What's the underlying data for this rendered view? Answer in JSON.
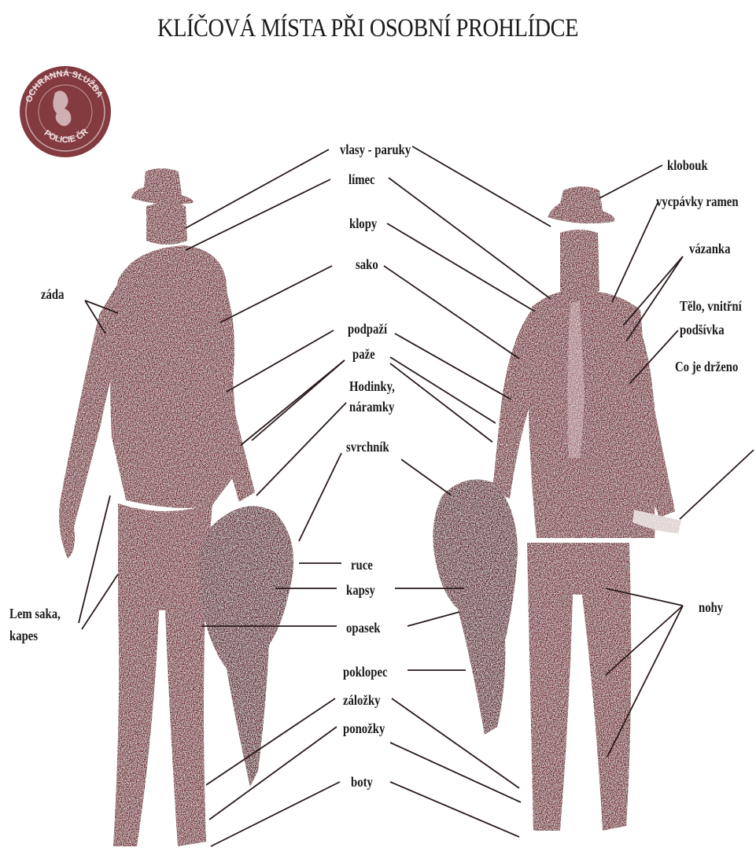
{
  "title": "KLÍČOVÁ MÍSTA PŘI OSOBNÍ PROHLÍDCE",
  "seal": {
    "text_top": "OCHRANNÁ SLUŽBA",
    "text_bottom": "POLICIE ČR",
    "color": "#7a2a30"
  },
  "colors": {
    "figure": "#6e1c27",
    "figure_dark": "#5a1220",
    "line": "#2a1a1a",
    "text": "#1a1a1a"
  },
  "labels": {
    "vlasy": "vlasy - paruky",
    "limec": "límec",
    "klopy": "klopy",
    "sako": "sako",
    "podpazi": "podpaží",
    "paze": "paže",
    "hodinky": "Hodinky,\nnáramky",
    "svrchnik": "svrchník",
    "ruce": "ruce",
    "kapsy": "kapsy",
    "opasek": "opasek",
    "poklopec": "poklopec",
    "zalozky": "záložky",
    "ponozky": "ponožky",
    "boty": "boty",
    "zada": "záda",
    "lem": "Lem saka,\nkapes",
    "klobouk": "klobouk",
    "vycpavky": "vycpávky ramen",
    "vazanka": "vázanka",
    "telo": "Tělo, vnitřní\npodšívka",
    "drzeno": "Co je drženo",
    "nohy": "nohy"
  }
}
